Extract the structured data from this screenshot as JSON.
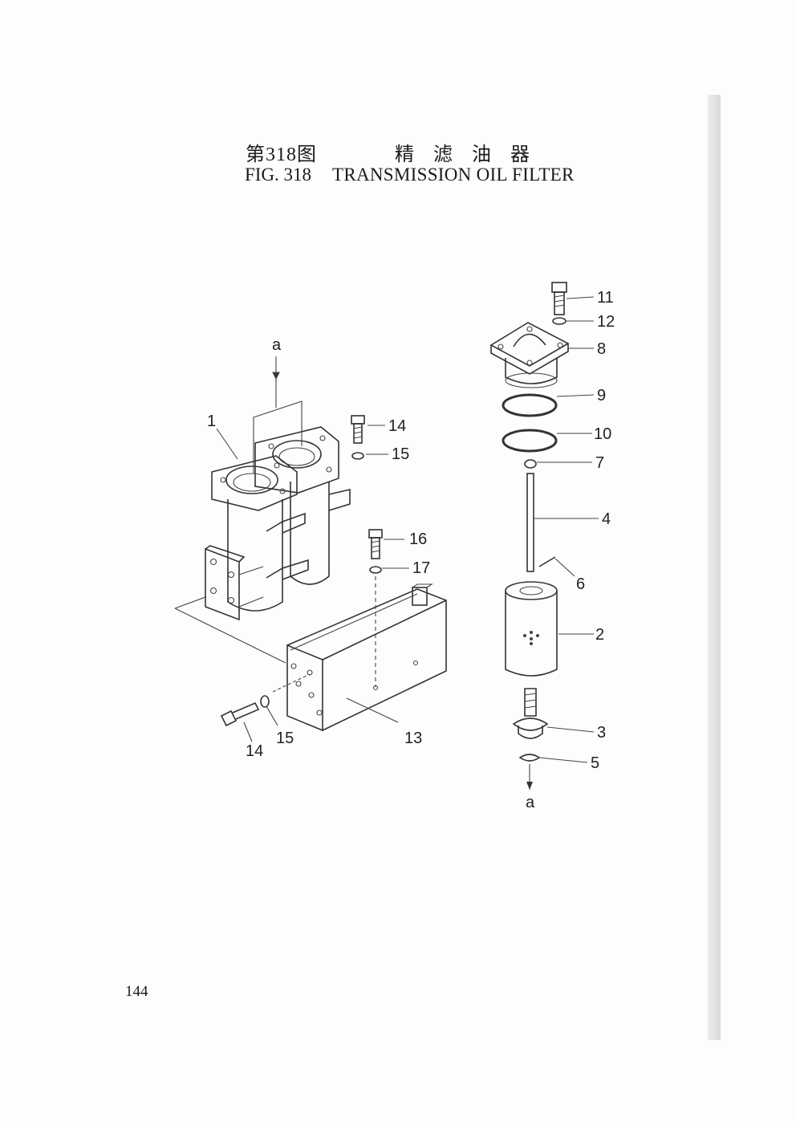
{
  "header": {
    "title_cn_fig": "第318图",
    "title_cn_name": "精 滤 油 器",
    "title_en_fig": "FIG. 318",
    "title_en_name": "TRANSMISSION OIL FILTER"
  },
  "page_number": "144",
  "callouts": {
    "p1": "1",
    "p2": "2",
    "p3": "3",
    "p4": "4",
    "p5": "5",
    "p6": "6",
    "p7": "7",
    "p8": "8",
    "p9": "9",
    "p10": "10",
    "p11": "11",
    "p12": "12",
    "p13": "13",
    "p14_top": "14",
    "p15_top": "15",
    "p16": "16",
    "p17": "17",
    "p14_bottom": "14",
    "p15_bottom": "15",
    "a_top": "a",
    "a_bottom": "a"
  }
}
